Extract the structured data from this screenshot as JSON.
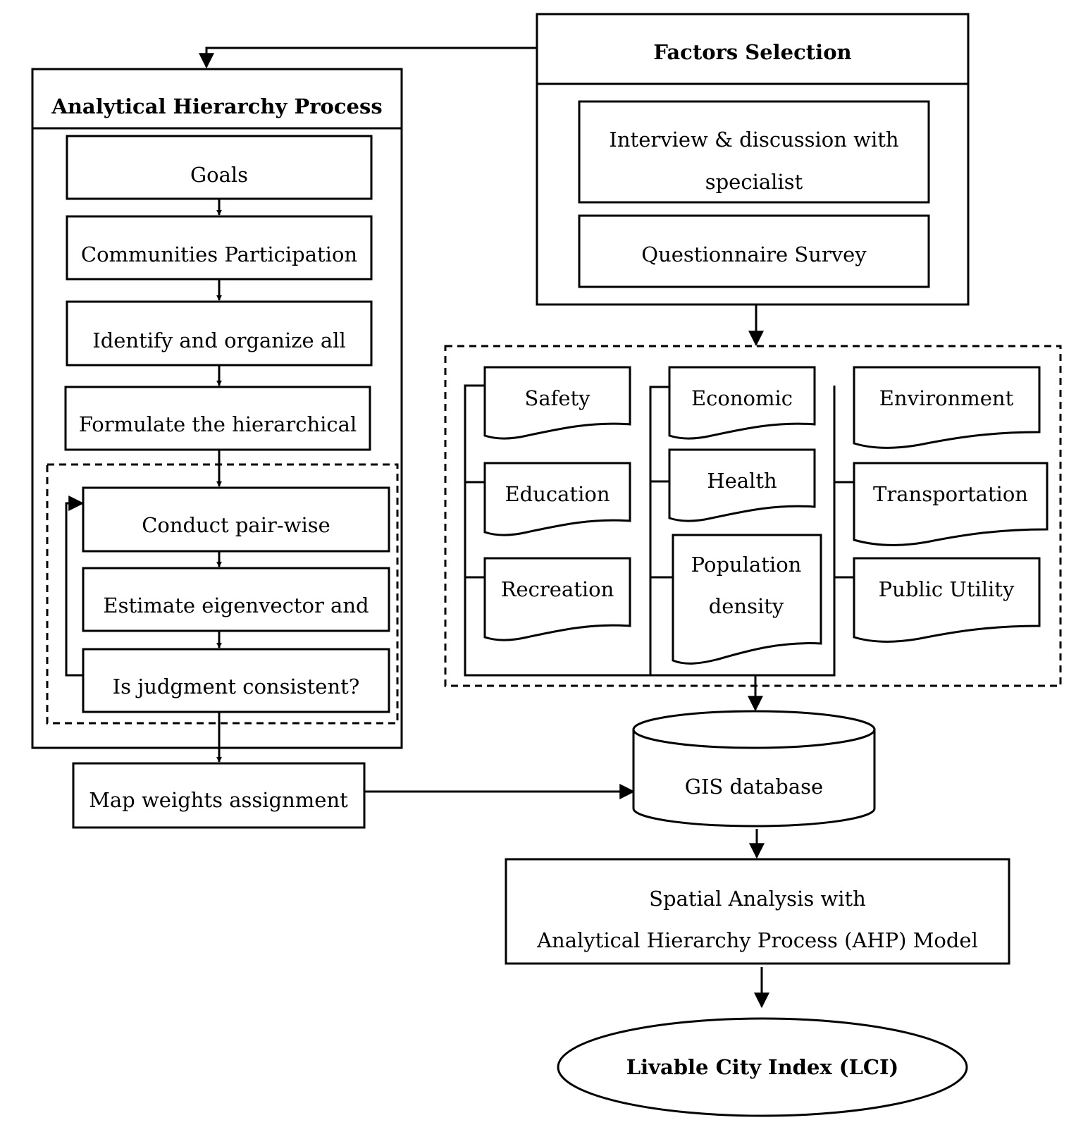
{
  "ahp": {
    "title": "Analytical Hierarchy Process",
    "steps": {
      "goals": "Goals",
      "participation": "Communities Participation",
      "identify": "Identify and organize all",
      "formulate": "Formulate the hierarchical",
      "pairwise": "Conduct pair-wise",
      "eigenvector": "Estimate eigenvector and",
      "consistent": "Is judgment consistent?"
    }
  },
  "map_weights": "Map weights assignment",
  "factors_selection": {
    "title": "Factors Selection",
    "interview_line1": "Interview & discussion with",
    "interview_line2": "specialist",
    "questionnaire": "Questionnaire Survey"
  },
  "factors": {
    "safety": "Safety",
    "education": "Education",
    "recreation": "Recreation",
    "economic": "Economic",
    "health": "Health",
    "population_line1": "Population",
    "population_line2": "density",
    "environment": "Environment",
    "transportation": "Transportation",
    "public_utility": "Public Utility"
  },
  "gis_database": "GIS database",
  "spatial_analysis": {
    "line1": "Spatial Analysis with",
    "line2": "Analytical Hierarchy Process (AHP) Model"
  },
  "result": "Livable City Index (LCI)"
}
